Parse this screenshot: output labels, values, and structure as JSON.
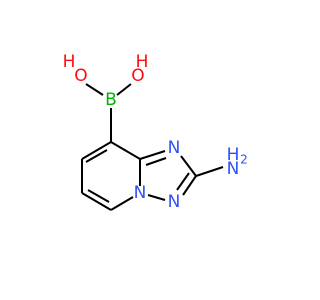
{
  "colors": {
    "background": "#ffffff",
    "bond": "#000000",
    "oxygen": "#ff0d0d",
    "boron": "#00b400",
    "nitrogen": "#3050f8"
  },
  "atoms": {
    "o1": {
      "label": "O",
      "hydrogen": "H",
      "element": "oxygen"
    },
    "o2": {
      "label": "O",
      "hydrogen": "H",
      "element": "oxygen"
    },
    "b": {
      "label": "B",
      "element": "boron"
    },
    "n_upper": {
      "label": "N",
      "element": "nitrogen"
    },
    "n_bridge": {
      "label": "N",
      "element": "nitrogen"
    },
    "n_lower": {
      "label": "N",
      "element": "nitrogen"
    },
    "n_amino": {
      "label": "N",
      "hydrogen": "H",
      "subscript": "2",
      "element": "nitrogen"
    }
  }
}
